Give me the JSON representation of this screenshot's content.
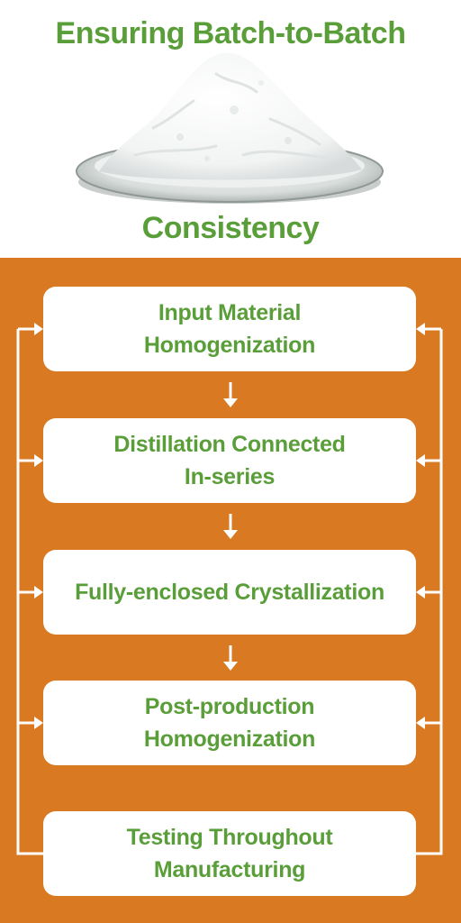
{
  "title": {
    "line1": "Ensuring Batch-to-Batch",
    "line2": "Consistency"
  },
  "illustration": {
    "subject": "white crystalline powder on glass dish"
  },
  "colors": {
    "green": "#5a9e3a",
    "orange": "#d97a22",
    "white": "#ffffff"
  },
  "steps": [
    {
      "label": "Input Material\nHomogenization"
    },
    {
      "label": "Distillation Connected\nIn-series"
    },
    {
      "label": "Fully-enclosed Crystallization"
    },
    {
      "label": "Post-production\nHomogenization"
    },
    {
      "label": "Testing Throughout\nManufacturing"
    }
  ]
}
